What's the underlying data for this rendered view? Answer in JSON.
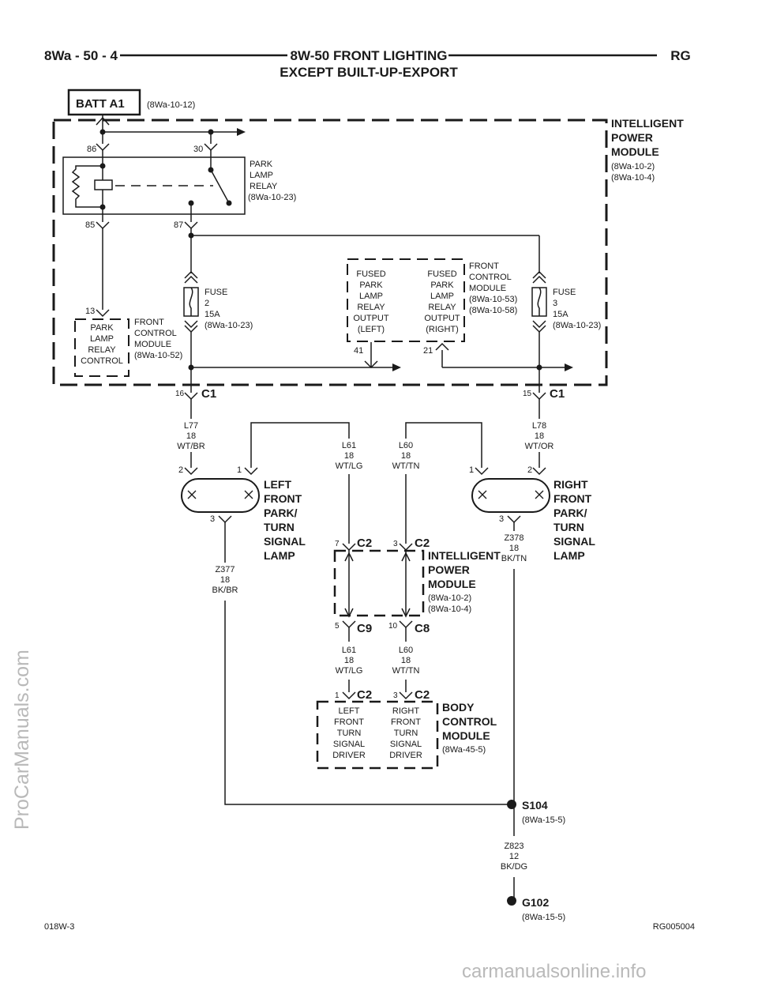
{
  "header": {
    "page": "8Wa - 50 - 4",
    "title_line1": "8W-50 FRONT LIGHTING",
    "title_line2": "EXCEPT BUILT-UP-EXPORT",
    "code": "RG"
  },
  "batt": {
    "label": "BATT A1",
    "ref": "(8Wa-10-12)"
  },
  "ipm_top": {
    "lines": [
      "INTELLIGENT",
      "POWER",
      "MODULE"
    ],
    "refs": [
      "(8Wa-10-2)",
      "(8Wa-10-4)"
    ]
  },
  "relay": {
    "pins": {
      "p86": "86",
      "p30": "30",
      "p85": "85",
      "p87": "87"
    },
    "lines": [
      "PARK",
      "LAMP",
      "RELAY",
      "(8Wa-10-23)"
    ]
  },
  "fuse2": {
    "lines": [
      "FUSE",
      "2",
      "15A",
      "(8Wa-10-23)"
    ]
  },
  "fuse3": {
    "lines": [
      "FUSE",
      "3",
      "15A",
      "(8Wa-10-23)"
    ]
  },
  "fcm_left": {
    "pin": "13",
    "inner": [
      "PARK",
      "LAMP",
      "RELAY",
      "CONTROL"
    ],
    "lines": [
      "FRONT",
      "CONTROL",
      "MODULE",
      "(8Wa-10-52)"
    ]
  },
  "fcm_mid": {
    "left_inner": [
      "FUSED",
      "PARK",
      "LAMP",
      "RELAY",
      "OUTPUT",
      "(LEFT)"
    ],
    "right_inner": [
      "FUSED",
      "PARK",
      "LAMP",
      "RELAY",
      "OUTPUT",
      "(RIGHT)"
    ],
    "lines": [
      "FRONT",
      "CONTROL",
      "MODULE",
      "(8Wa-10-53)",
      "(8Wa-10-58)"
    ],
    "pin_left": "41",
    "pin_right": "21"
  },
  "c1_left": {
    "pin": "16",
    "name": "C1"
  },
  "c1_right": {
    "pin": "15",
    "name": "C1"
  },
  "wires": {
    "l77": [
      "L77",
      "18",
      "WT/BR"
    ],
    "l78": [
      "L78",
      "18",
      "WT/OR"
    ],
    "l61_top": [
      "L61",
      "18",
      "WT/LG"
    ],
    "l60_top": [
      "L60",
      "18",
      "WT/TN"
    ],
    "z377": [
      "Z377",
      "18",
      "BK/BR"
    ],
    "z378": [
      "Z378",
      "18",
      "BK/TN"
    ],
    "l61_bot": [
      "L61",
      "18",
      "WT/LG"
    ],
    "l60_bot": [
      "L60",
      "18",
      "WT/TN"
    ],
    "z823": [
      "Z823",
      "12",
      "BK/DG"
    ]
  },
  "left_lamp": {
    "pins": [
      "2",
      "1",
      "3"
    ],
    "lines": [
      "LEFT",
      "FRONT",
      "PARK/",
      "TURN",
      "SIGNAL",
      "LAMP"
    ]
  },
  "right_lamp": {
    "pins": [
      "1",
      "2",
      "3"
    ],
    "lines": [
      "RIGHT",
      "FRONT",
      "PARK/",
      "TURN",
      "SIGNAL",
      "LAMP"
    ]
  },
  "ipm_mid": {
    "lines": [
      "INTELLIGENT",
      "POWER",
      "MODULE"
    ],
    "refs": [
      "(8Wa-10-2)",
      "(8Wa-10-4)"
    ],
    "c2a": {
      "pin": "7",
      "name": "C2"
    },
    "c2b": {
      "pin": "3",
      "name": "C2"
    },
    "c9": {
      "pin": "5",
      "name": "C9"
    },
    "c8": {
      "pin": "10",
      "name": "C8"
    }
  },
  "bcm": {
    "lines": [
      "BODY",
      "CONTROL",
      "MODULE"
    ],
    "ref": "(8Wa-45-5)",
    "c2a": {
      "pin": "1",
      "name": "C2"
    },
    "c2b": {
      "pin": "3",
      "name": "C2"
    },
    "left_inner": [
      "LEFT",
      "FRONT",
      "TURN",
      "SIGNAL",
      "DRIVER"
    ],
    "right_inner": [
      "RIGHT",
      "FRONT",
      "TURN",
      "SIGNAL",
      "DRIVER"
    ]
  },
  "s104": {
    "name": "S104",
    "ref": "(8Wa-15-5)"
  },
  "g102": {
    "name": "G102",
    "ref": "(8Wa-15-5)"
  },
  "footer": {
    "left": "018W-3",
    "right": "RG005004"
  },
  "watermarks": {
    "left": "ProCarManuals.com",
    "bottom": "carmanualsonline.info"
  }
}
